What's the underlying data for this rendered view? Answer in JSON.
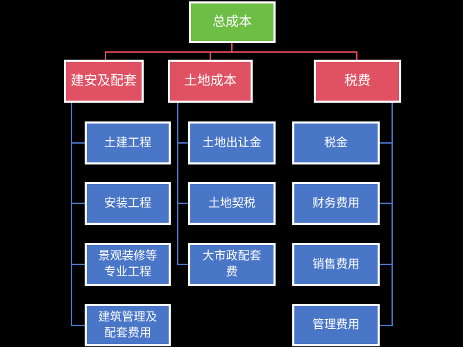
{
  "diagram": {
    "type": "org-chart",
    "background": "#000000",
    "border_color": "#ffffff",
    "text_color": "#ffffff",
    "root_fill": "#6ebe46",
    "branch_fill": "#e05263",
    "child_fill": "#4a76c8",
    "red_line_color": "#e04b5c",
    "blue_line_color": "#4873c6",
    "root": {
      "label": "总成本"
    },
    "branches": [
      {
        "label": "建安及配套",
        "children": [
          "土建工程",
          "安装工程",
          "景观装修等\n专业工程",
          "建筑管理及\n配套费用"
        ]
      },
      {
        "label": "土地成本",
        "children": [
          "土地出让金",
          "土地契税",
          "大市政配套\n费"
        ]
      },
      {
        "label": "税费",
        "children": [
          "税金",
          "财务费用",
          "销售费用",
          "管理费用"
        ]
      }
    ]
  }
}
